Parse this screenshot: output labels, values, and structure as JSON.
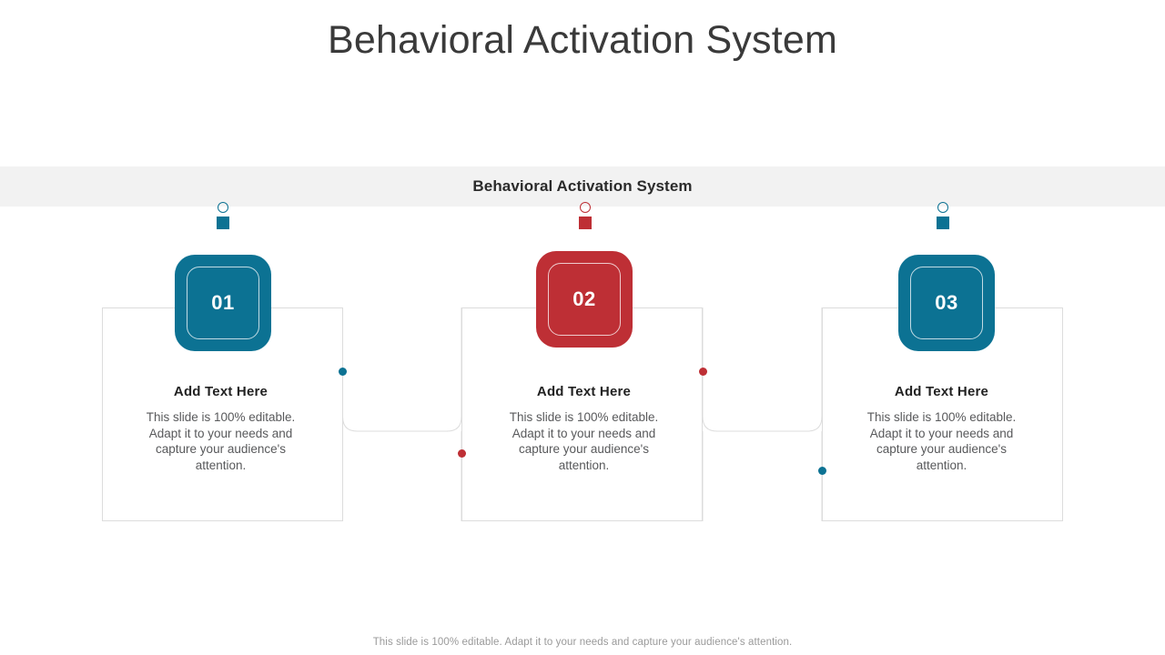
{
  "slide": {
    "title": "Behavioral Activation System",
    "banner_title": "Behavioral Activation System",
    "footer_note": "This slide is 100% editable. Adapt it to your needs and capture your audience's attention."
  },
  "colors": {
    "teal": "#0C7293",
    "red": "#BE2F35",
    "banner_bg": "#f2f2f2",
    "box_border": "#dcdcdc",
    "title_text": "#3a3a3a",
    "body_text": "#58595b",
    "footer_text": "#9a9a9a"
  },
  "cards": [
    {
      "number": "01",
      "heading": "Add  Text Here",
      "body": "This slide is 100% editable. Adapt it to your needs and capture your audience's attention.",
      "accent": "#0C7293",
      "marker": "circle-square-marker"
    },
    {
      "number": "02",
      "heading": "Add  Text Here",
      "body": "This slide is 100% editable. Adapt it to your needs and capture your audience's attention.",
      "accent": "#BE2F35",
      "marker": "circle-square-marker"
    },
    {
      "number": "03",
      "heading": "Add  Text Here",
      "body": "This slide is 100% editable. Adapt it to your needs and capture your audience's attention.",
      "accent": "#0C7293",
      "marker": "circle-square-marker"
    }
  ],
  "connector_dots": [
    {
      "name": "dot-card1-right",
      "color": "#0C7293"
    },
    {
      "name": "dot-card2-left",
      "color": "#BE2F35"
    },
    {
      "name": "dot-card2-right",
      "color": "#BE2F35"
    },
    {
      "name": "dot-card3-left",
      "color": "#0C7293"
    }
  ]
}
